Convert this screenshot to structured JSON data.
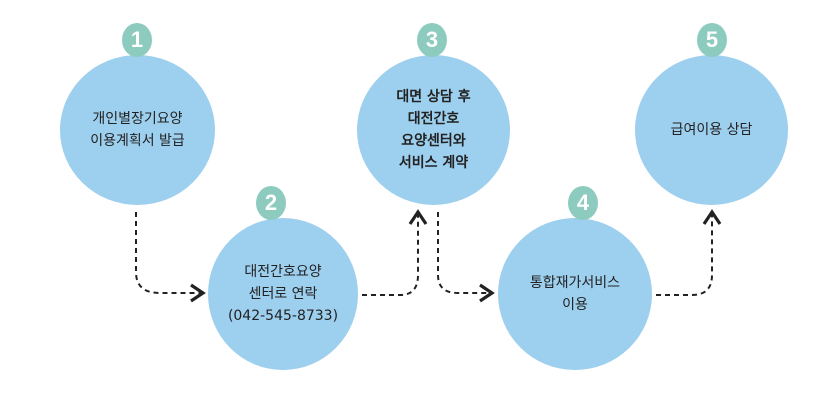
{
  "steps": [
    {
      "number": "1",
      "text": "개인별장기요양\n이용계획서 발급"
    },
    {
      "number": "2",
      "text": "대전간호요양\n센터로 연락\n(042-545-8733)"
    },
    {
      "number": "3",
      "text": "대면 상담 후\n대전간호\n요양센터와\n서비스 계약"
    },
    {
      "number": "4",
      "text": "통합재가서비스\n이용"
    },
    {
      "number": "5",
      "text": "급여이용 상담"
    }
  ],
  "colors": {
    "circle": "#9dcfee",
    "badge": "#8dcbbf",
    "arrow": "#222222"
  }
}
